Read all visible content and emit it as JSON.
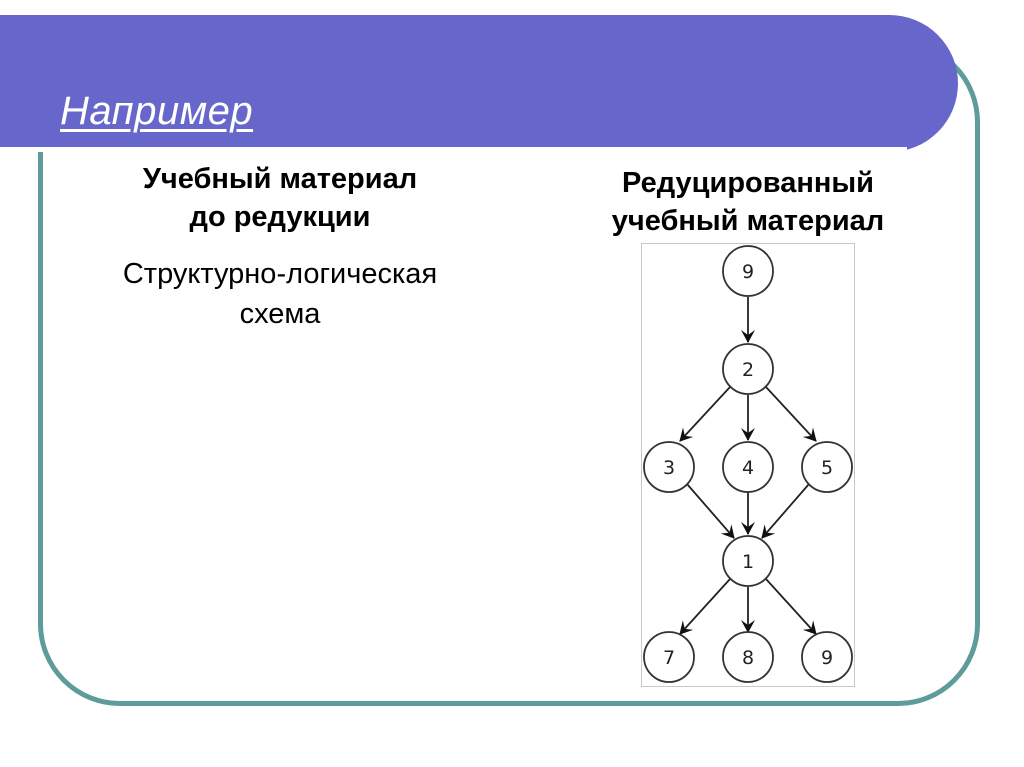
{
  "slide": {
    "title": "Например",
    "colors": {
      "banner": "#6767cb",
      "frame": "#5e9c9c",
      "title_text": "#ffffff"
    }
  },
  "left_column": {
    "heading_line1": "Учебный материал",
    "heading_line2": "до редукции",
    "subtext_line1": "Структурно-логическая",
    "subtext_line2": "схема"
  },
  "right_column": {
    "heading_line1": "Редуцированный",
    "heading_line2": "учебный материал"
  },
  "diagram": {
    "type": "directed-graph",
    "nodes": [
      {
        "id": "n9a",
        "label": "9"
      },
      {
        "id": "n2",
        "label": "2"
      },
      {
        "id": "n3",
        "label": "3"
      },
      {
        "id": "n4",
        "label": "4"
      },
      {
        "id": "n5",
        "label": "5"
      },
      {
        "id": "n1",
        "label": "1"
      },
      {
        "id": "n7",
        "label": "7"
      },
      {
        "id": "n8",
        "label": "8"
      },
      {
        "id": "n9b",
        "label": "9"
      }
    ],
    "edges": [
      [
        "n9a",
        "n2"
      ],
      [
        "n2",
        "n3"
      ],
      [
        "n2",
        "n4"
      ],
      [
        "n2",
        "n5"
      ],
      [
        "n3",
        "n1"
      ],
      [
        "n4",
        "n1"
      ],
      [
        "n5",
        "n1"
      ],
      [
        "n1",
        "n7"
      ],
      [
        "n1",
        "n8"
      ],
      [
        "n1",
        "n9b"
      ]
    ]
  }
}
